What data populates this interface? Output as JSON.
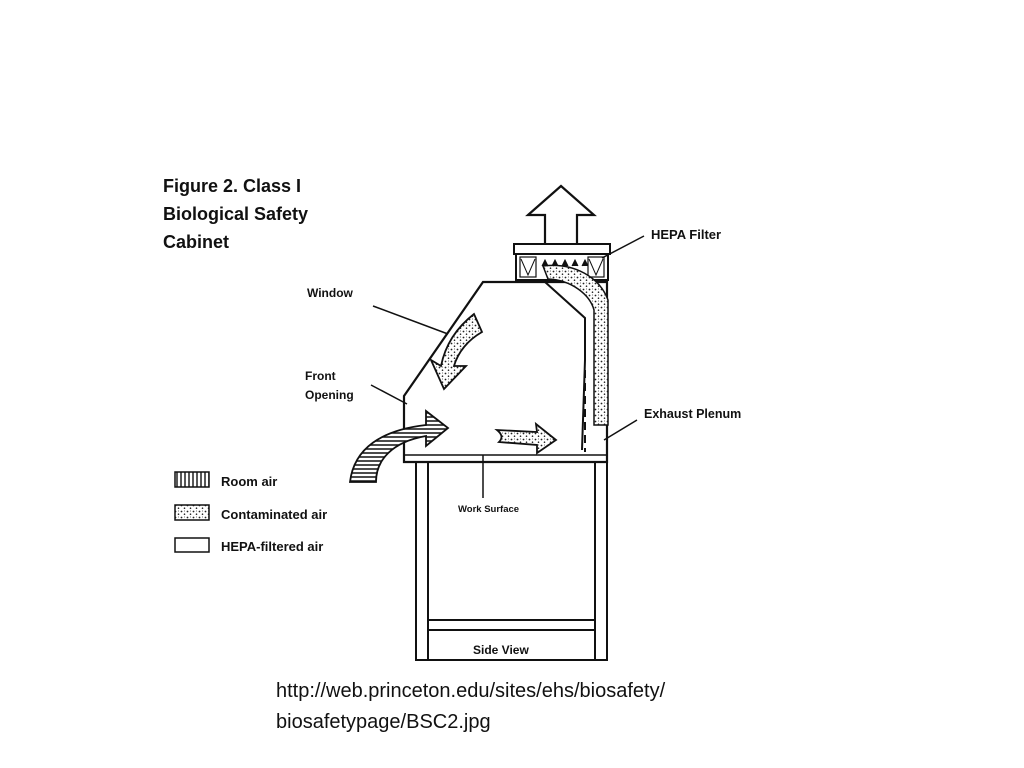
{
  "figure": {
    "title_lines": [
      "Figure 2.  Class I",
      "Biological Safety",
      "Cabinet"
    ],
    "labels": {
      "hepa_filter": "HEPA Filter",
      "window": "Window",
      "front_opening_line1": "Front",
      "front_opening_line2": "Opening",
      "exhaust_plenum": "Exhaust Plenum",
      "work_surface": "Work Surface",
      "side_view": "Side View"
    },
    "legend": [
      {
        "pattern": "vertical-stripes",
        "label": "Room air"
      },
      {
        "pattern": "dots",
        "label": "Contaminated air"
      },
      {
        "pattern": "blank",
        "label": "HEPA-filtered air"
      }
    ]
  },
  "caption": {
    "line1": "http://web.princeton.edu/sites/ehs/biosafety/",
    "line2": "biosafetypage/BSC2.jpg"
  },
  "colors": {
    "ink": "#111111",
    "background": "#ffffff"
  }
}
